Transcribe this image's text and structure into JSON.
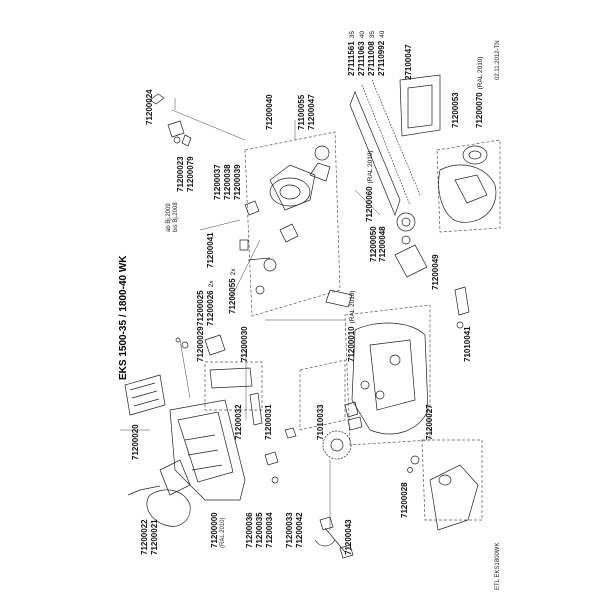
{
  "title": "EKS 1500-35 / 1800-40 WK",
  "date_code": "02.11.2012-TN",
  "doc_code": "ETL EKS1800WK",
  "parts": {
    "p71200024": "71200024",
    "p71200023": "71200023",
    "p71200079": "71200079",
    "p71200023_note": "ab Bj.2009",
    "p71200079_note": "bis Bj.2008",
    "p71200037": "71200037",
    "p71200038": "71200038",
    "p71200039": "71200039",
    "p71200040": "71200040",
    "p71100055": "71100055",
    "p71200047": "71200047",
    "p27111561": "27111561",
    "p27111561_suffix": "35",
    "p27111063": "27111063",
    "p27111063_suffix": "40",
    "p27111008": "27111008",
    "p27111008_suffix": "35",
    "p27110992": "27110992",
    "p27110992_suffix": "40",
    "p27100047": "27100047",
    "p71200053": "71200053",
    "p71200070": "71200070",
    "p71200070_suffix": "(RAL 2010)",
    "p71200041": "71200041",
    "p71200060": "71200060",
    "p71200060_suffix": "(RAL 2010)",
    "p71200050": "71200050",
    "p71200048": "71200048",
    "p71200049": "71200049",
    "p71200025": "71200025",
    "p71200026": "71200026",
    "p71200026_suffix": "2x",
    "p71200055": "71200055",
    "p71200055_suffix": "2x",
    "p71200029": "71200029",
    "p71200030": "71200030",
    "p71200010": "71200010",
    "p71200010_suffix": "(RAL 2010)",
    "p71010041": "71010041",
    "p71200020": "71200020",
    "p71200032": "71200032",
    "p71200031": "71200031",
    "p71010033": "71010033",
    "p71200027": "71200027",
    "p71200036": "71200036",
    "p71200035": "71200035",
    "p71200034": "71200034",
    "p71200033": "71200033",
    "p71200042": "71200042",
    "p71200043": "71200043",
    "p71200028": "71200028",
    "p71200022": "71200022",
    "p71200021": "71200021",
    "p71200000": "71200000",
    "p71200000_suffix": "(RAL 2010)"
  }
}
